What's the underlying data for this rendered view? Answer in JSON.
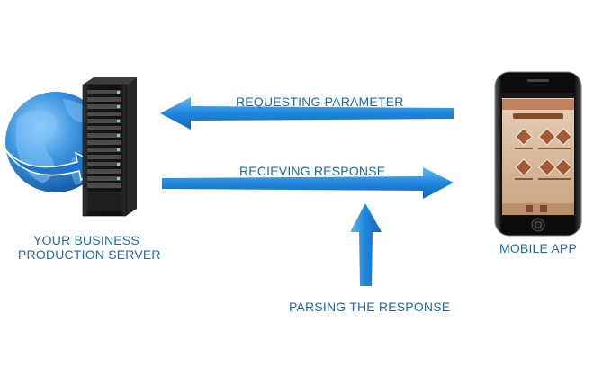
{
  "nodes": {
    "server": {
      "label_line1": "YOUR BUSINESS",
      "label_line2": "PRODUCTION SERVER"
    },
    "mobile": {
      "label": "MOBILE APP"
    }
  },
  "arrows": {
    "request": {
      "label": "REQUESTING PARAMETER"
    },
    "response": {
      "label": "RECIEVING RESPONSE"
    },
    "parse": {
      "label": "PARSING THE RESPONSE"
    }
  },
  "colors": {
    "arrow": "#2a8ee0",
    "text": "#1d6aa8",
    "globe": "#2f86d6",
    "server_body": "#1a1a1a",
    "phone_body": "#111111",
    "app_bg": "#d7b79a"
  },
  "icons": [
    "globe-icon",
    "server-rack-icon",
    "smartphone-icon"
  ]
}
